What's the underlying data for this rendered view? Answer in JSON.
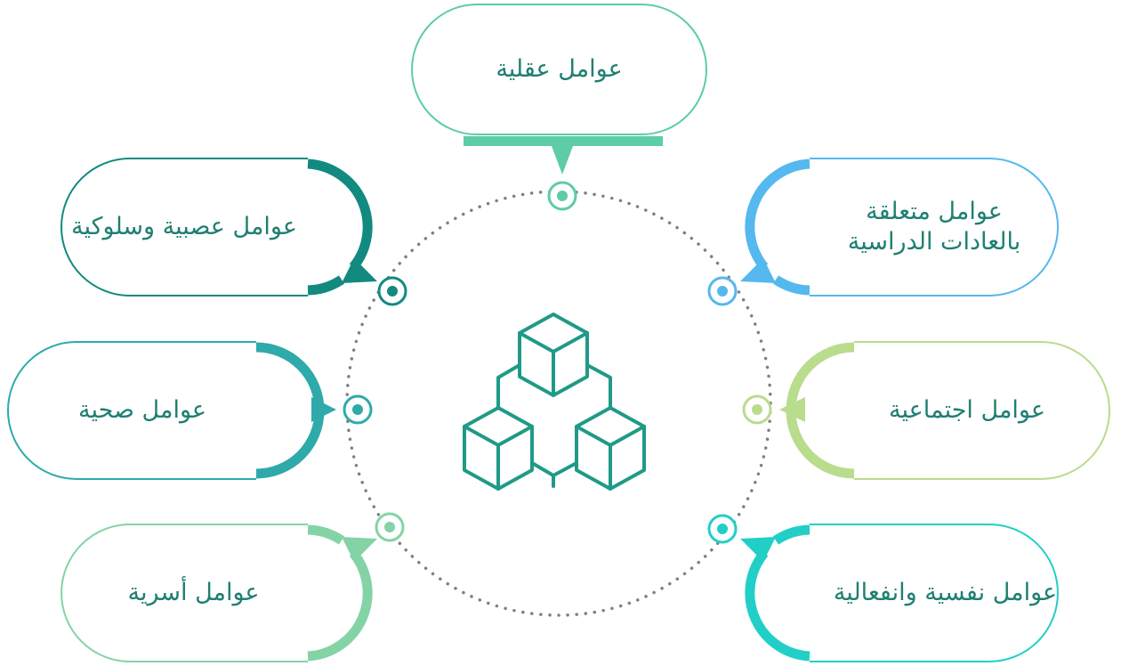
{
  "factors": [
    {
      "id": "mental",
      "lines": [
        "عوامل عقلية"
      ],
      "color": "#5ecba9"
    },
    {
      "id": "study-habits",
      "lines": [
        "عوامل متعلقة",
        "بالعادات الدراسية"
      ],
      "color": "#55b8ee"
    },
    {
      "id": "social",
      "lines": [
        "عوامل اجتماعية"
      ],
      "color": "#b9dc8d"
    },
    {
      "id": "psych-emotional",
      "lines": [
        "عوامل نفسية وانفعالية"
      ],
      "color": "#22cfc6"
    },
    {
      "id": "neuro-behavioral",
      "lines": [
        "عوامل عصبية وسلوكية"
      ],
      "color": "#128a80"
    },
    {
      "id": "health",
      "lines": [
        "عوامل صحية"
      ],
      "color": "#2eaaaa"
    },
    {
      "id": "family",
      "lines": [
        "عوامل أسرية"
      ],
      "color": "#84d3a6"
    }
  ],
  "center_icon": "cubes-network-icon",
  "colors": {
    "text": "#1f7f72",
    "dots": "#808080",
    "icon": "#1f9a87"
  }
}
